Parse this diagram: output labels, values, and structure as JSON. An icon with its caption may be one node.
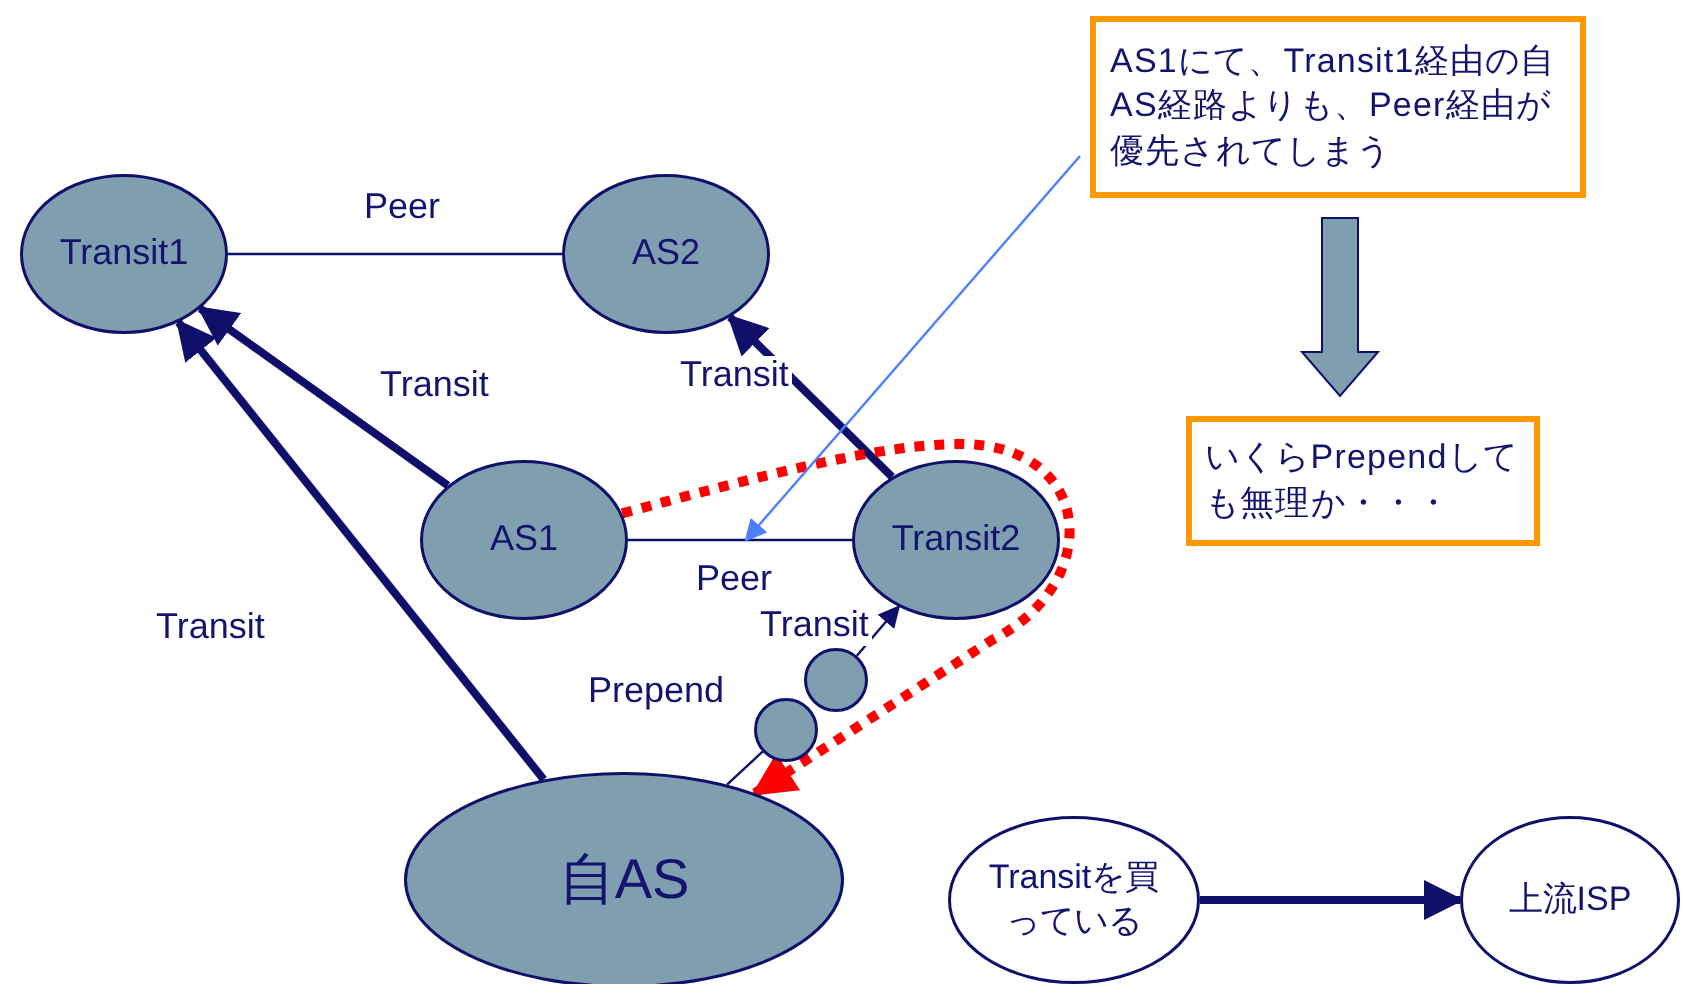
{
  "diagram": {
    "nodes": [
      {
        "text": [
          "Transit1"
        ]
      },
      {
        "text": [
          "AS2"
        ]
      },
      {
        "text": [
          "AS1"
        ]
      },
      {
        "text": [
          "Transit2"
        ]
      },
      {
        "text": [
          "自AS"
        ]
      },
      {
        "text": [
          "AS1にて、Transit1経由の自AS経路よりも、Peer経由が優先されてしまう"
        ]
      },
      {
        "text": [
          "いくらPrependしても無理か・・・"
        ]
      },
      {
        "text": [
          "Transitを買っている"
        ]
      },
      {
        "text": [
          "上流ISP"
        ]
      },
      {
        "text": [],
        "shape": "circle"
      },
      {
        "text": [],
        "shape": "circle"
      }
    ],
    "edges": [
      {
        "from": 0,
        "to": 1,
        "arrow": "none",
        "label": "Peer"
      },
      {
        "from": 2,
        "to": 0,
        "arrow": "to",
        "label": "Transit",
        "style": "thick"
      },
      {
        "from": 3,
        "to": 1,
        "arrow": "to",
        "label": "Transit",
        "style": "thick"
      },
      {
        "from": 4,
        "to": 0,
        "arrow": "to",
        "label": "Transit",
        "style": "thick"
      },
      {
        "from": 2,
        "to": 3,
        "arrow": "none",
        "label": "Peer"
      },
      {
        "from": 4,
        "to": 10,
        "arrow": "none"
      },
      {
        "from": 9,
        "to": 3,
        "arrow": "to",
        "label": "Transit"
      },
      {
        "from": 2,
        "to": 4,
        "arrow": "to",
        "style": "dashed",
        "color": "#ff0000"
      },
      {
        "from": 5,
        "to": null,
        "arrow": "to",
        "color": "#4d7fff"
      },
      {
        "from": 5,
        "to": 6,
        "arrow": "to",
        "style": "thick",
        "color": "#7f9fb0"
      },
      {
        "from": 7,
        "to": 8,
        "arrow": "to",
        "style": "thick"
      }
    ],
    "labels": [
      "Prepend"
    ]
  }
}
